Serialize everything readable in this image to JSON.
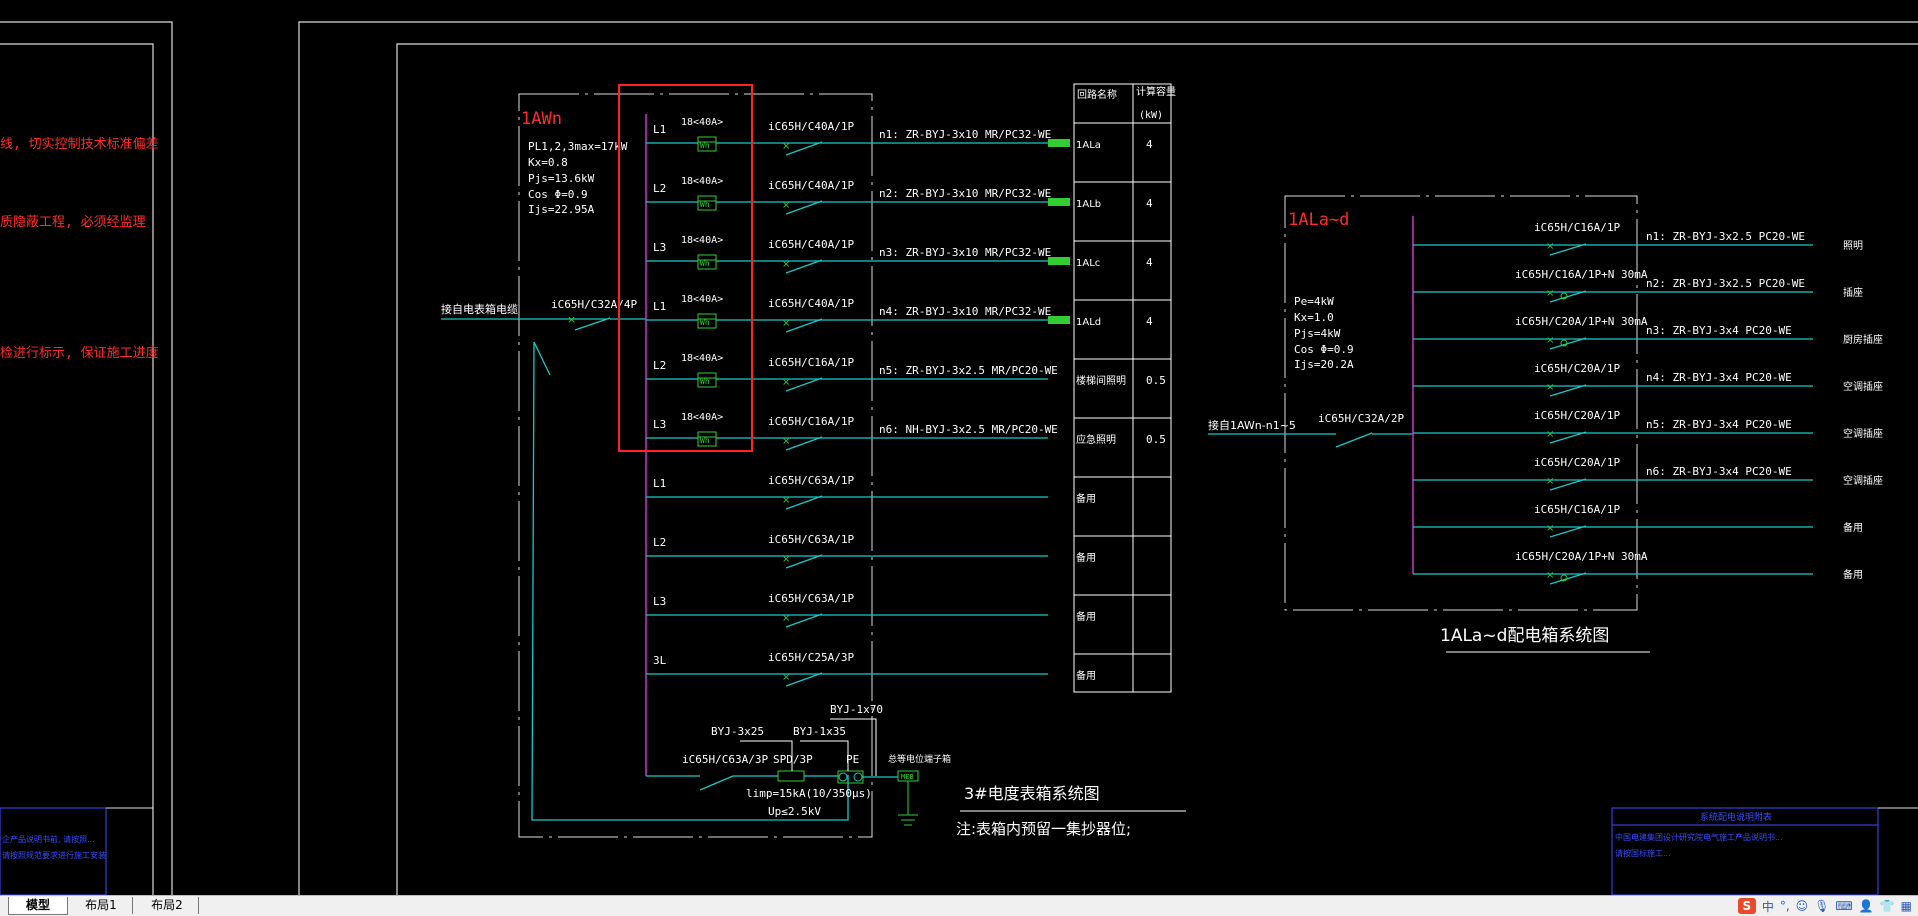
{
  "left_panel": {
    "notes": [
      "线, 切实控制技术标准偏差",
      "质隐蔽工程, 必须经监理",
      "检进行标示, 保证施工进度"
    ],
    "footer_lines": [
      "企产品说明书前, 请按照...",
      "请按照规范要求进行施工安装"
    ]
  },
  "panel_1AWn": {
    "name": "1AWn",
    "params": [
      "PL1,2,3max=17kW",
      "Kx=0.8",
      "Pjs=13.6kW",
      "Cos Φ=0.9",
      "Ijs=22.95A"
    ],
    "incoming_label": "接自电表箱电缆",
    "main_breaker": "iC65H/C32A/4P",
    "meter": "18<40A>",
    "meter_symbol": "Wh",
    "circuits": [
      {
        "phase": "L1",
        "breaker": "iC65H/C40A/1P",
        "cable": "n1: ZR-BYJ-3x10 MR/PC32-WE",
        "load": "1ALa",
        "kw": "4"
      },
      {
        "phase": "L2",
        "breaker": "iC65H/C40A/1P",
        "cable": "n2: ZR-BYJ-3x10 MR/PC32-WE",
        "load": "1ALb",
        "kw": "4"
      },
      {
        "phase": "L3",
        "breaker": "iC65H/C40A/1P",
        "cable": "n3: ZR-BYJ-3x10 MR/PC32-WE",
        "load": "1ALc",
        "kw": "4"
      },
      {
        "phase": "L1",
        "breaker": "iC65H/C40A/1P",
        "cable": "n4: ZR-BYJ-3x10 MR/PC32-WE",
        "load": "1ALd",
        "kw": "4"
      },
      {
        "phase": "L2",
        "breaker": "iC65H/C16A/1P",
        "cable": "n5: ZR-BYJ-3x2.5 MR/PC20-WE",
        "load": "楼梯间照明",
        "kw": "0.5"
      },
      {
        "phase": "L3",
        "breaker": "iC65H/C16A/1P",
        "cable": "n6: NH-BYJ-3x2.5 MR/PC20-WE",
        "load": "应急照明",
        "kw": "0.5"
      },
      {
        "phase": "L1",
        "breaker": "iC65H/C63A/1P",
        "cable": "",
        "load": "备用",
        "kw": ""
      },
      {
        "phase": "L2",
        "breaker": "iC65H/C63A/1P",
        "cable": "",
        "load": "备用",
        "kw": ""
      },
      {
        "phase": "L3",
        "breaker": "iC65H/C63A/1P",
        "cable": "",
        "load": "备用",
        "kw": ""
      },
      {
        "phase": "3L",
        "breaker": "iC65H/C25A/3P",
        "cable": "",
        "load": "备用",
        "kw": ""
      }
    ],
    "table_header": {
      "name": "回路名称",
      "power": "计算容量",
      "unit": "(kW)"
    },
    "spd": {
      "breaker": "iC65H/C63A/3P",
      "cable1": "BYJ-3x25",
      "cable2": "BYJ-1x35",
      "cable3": "BYJ-1x70",
      "spd": "SPD/3P",
      "pe": "PE",
      "limp": "limp=15kA(10/350μs)",
      "up": "Up≤2.5kV",
      "ground_label": "总等电位端子箱",
      "meb": "MEB"
    },
    "caption": "3#电度表箱系统图",
    "note": "注:表箱内预留一集抄器位;"
  },
  "panel_1ALad": {
    "name": "1ALa~d",
    "params": [
      "Pe=4kW",
      "Kx=1.0",
      "Pjs=4kW",
      "Cos Φ=0.9",
      "Ijs=20.2A"
    ],
    "incoming_label": "接自1AWn-n1~5",
    "main_breaker": "iC65H/C32A/2P",
    "circuits": [
      {
        "breaker": "iC65H/C16A/1P",
        "cable": "n1: ZR-BYJ-3x2.5 PC20-WE",
        "load": "照明",
        "rcd": false
      },
      {
        "breaker": "iC65H/C16A/1P+N 30mA",
        "cable": "n2: ZR-BYJ-3x2.5 PC20-WE",
        "load": "插座",
        "rcd": true
      },
      {
        "breaker": "iC65H/C20A/1P+N 30mA",
        "cable": "n3: ZR-BYJ-3x4 PC20-WE",
        "load": "厨房插座",
        "rcd": true
      },
      {
        "breaker": "iC65H/C20A/1P",
        "cable": "n4: ZR-BYJ-3x4 PC20-WE",
        "load": "空调插座",
        "rcd": false
      },
      {
        "breaker": "iC65H/C20A/1P",
        "cable": "n5: ZR-BYJ-3x4 PC20-WE",
        "load": "空调插座",
        "rcd": false
      },
      {
        "breaker": "iC65H/C20A/1P",
        "cable": "n6: ZR-BYJ-3x4 PC20-WE",
        "load": "空调插座",
        "rcd": false
      },
      {
        "breaker": "iC65H/C16A/1P",
        "cable": "",
        "load": "备用",
        "rcd": false
      },
      {
        "breaker": "iC65H/C20A/1P+N 30mA",
        "cable": "",
        "load": "备用",
        "rcd": true
      }
    ],
    "caption": "1ALa~d配电箱系统图"
  },
  "right_footer": {
    "title": "系统配电说明附表",
    "lines": [
      "中国电建集团设计研究院电气施工产品说明书...",
      "请按国标施工..."
    ]
  },
  "tabs": [
    "模型",
    "布局1",
    "布局2"
  ],
  "tray": {
    "ime": "S",
    "lang": "中"
  },
  "colors": {
    "cyan": "#18c9c9",
    "magenta": "#cc33cc",
    "green": "#33cc33",
    "red": "#ff2222",
    "white": "#ffffff",
    "blue": "#3355ff"
  }
}
